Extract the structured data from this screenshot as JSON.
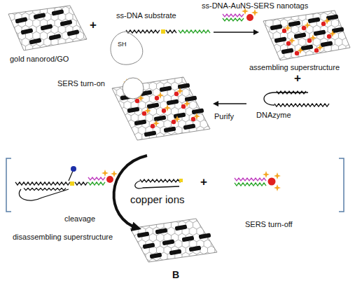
{
  "diagram": {
    "labels": [
      "ss-DNA-AuNS-SERS nanotags",
      "ss-DNA substrate",
      "gold nanorod/GO",
      "+",
      "SH",
      "assembling superstructure",
      "+",
      "SERS turn-on",
      "Purify",
      "DNAzyme",
      "cleavage",
      "copper ions",
      "+",
      "SERS turn-off",
      "disassembling superstructure",
      "B"
    ]
  }
}
